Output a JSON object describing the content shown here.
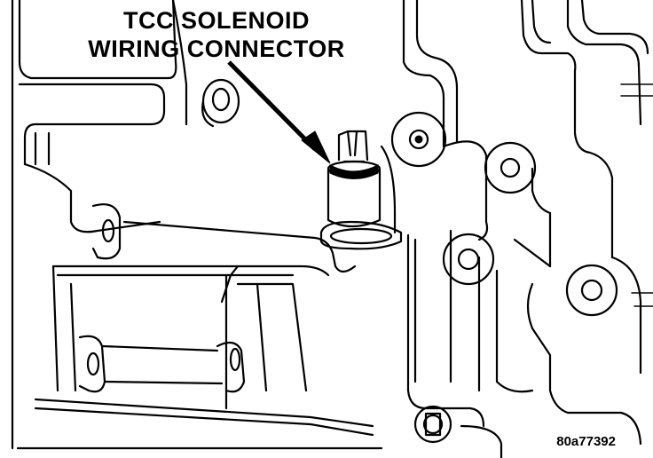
{
  "callout": {
    "line1": "TCC SOLENOID",
    "line2": "WIRING CONNECTOR"
  },
  "figure_id": "80a77392"
}
